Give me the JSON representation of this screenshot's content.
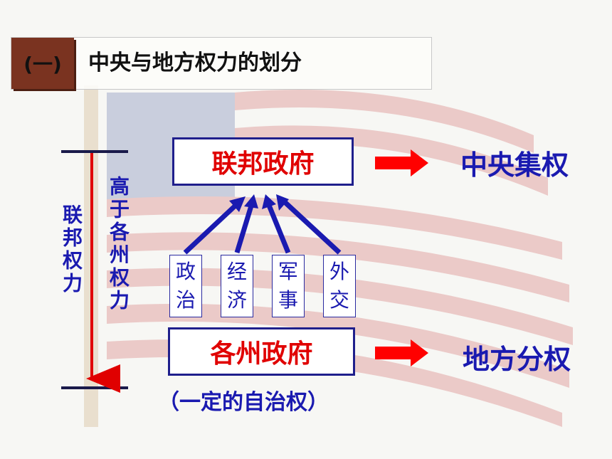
{
  "title": {
    "number": "(一)",
    "text": "中央与地方权力的划分"
  },
  "left": {
    "outer": "联邦权力",
    "inner": "高于各州权力"
  },
  "federal": "联邦政府",
  "state": "各州政府",
  "note": "（一定的自治权）",
  "powers": [
    "政治",
    "经济",
    "军事",
    "外交"
  ],
  "results": {
    "central": "中央集权",
    "local": "地方分权"
  },
  "colors": {
    "red": "#e00000",
    "blue": "#1a1ab0",
    "tag": "#7a3320"
  }
}
